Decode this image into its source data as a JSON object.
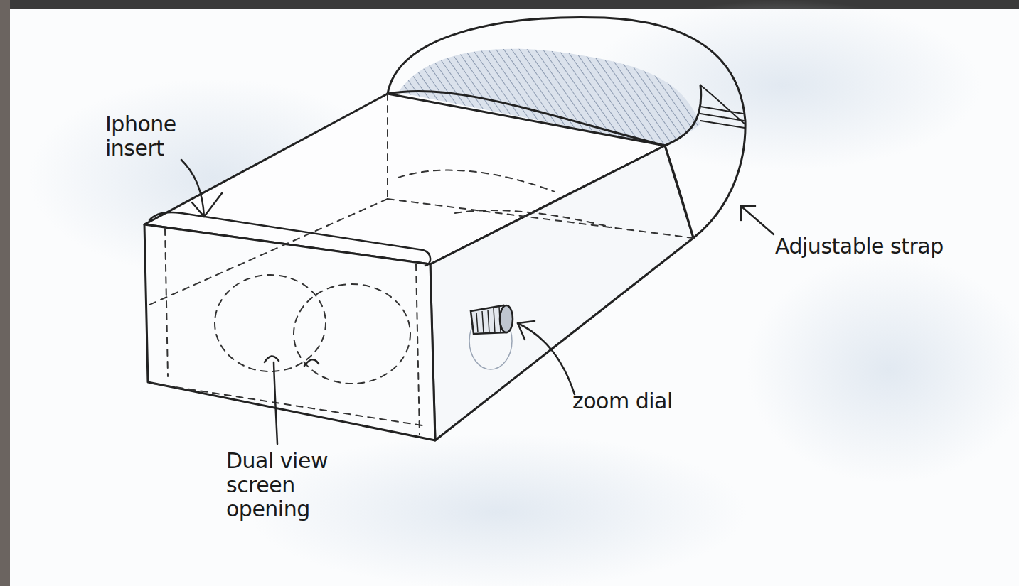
{
  "diagram": {
    "labels": [
      "Iphone insert",
      "Adjustable strap",
      "zoom dial",
      "Dual view screen opening"
    ]
  }
}
